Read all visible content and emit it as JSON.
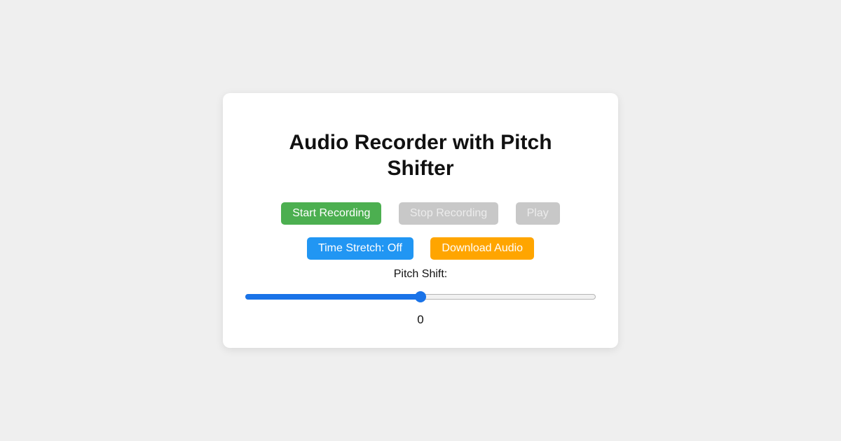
{
  "window": {
    "background_color": "#efefef"
  },
  "card": {
    "background_color": "#ffffff",
    "title": "Audio Recorder with Pitch Shifter"
  },
  "recording_controls": {
    "start_button": {
      "label": "Start Recording",
      "color": "#4caf50",
      "state": "enabled"
    },
    "stop_button": {
      "label": "Stop Recording",
      "color": "#c8c8c8",
      "state": "disabled"
    },
    "play_button": {
      "label": "Play",
      "color": "#c8c8c8",
      "state": "disabled"
    }
  },
  "processing_controls": {
    "time_stretch_button": {
      "label": "Time Stretch: Off",
      "color": "#2196f3",
      "state": "enabled"
    },
    "download_button": {
      "label": "Download Audio",
      "color": "#ffa500",
      "state": "enabled"
    }
  },
  "pitch_shift": {
    "label": "Pitch Shift:",
    "value": "0",
    "slider": {
      "percent": 50,
      "fill_color": "#1a73e8",
      "thumb_color": "#1a73e8",
      "track_color": "#f1f1f1"
    }
  }
}
